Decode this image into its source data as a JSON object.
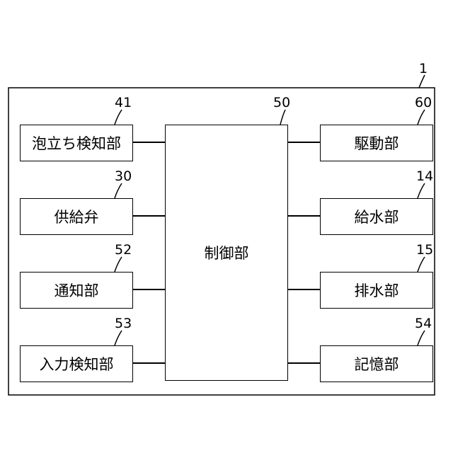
{
  "system": {
    "ref": "1"
  },
  "control": {
    "label": "制御部",
    "ref": "50"
  },
  "left_blocks": [
    {
      "label": "泡立ち検知部",
      "ref": "41"
    },
    {
      "label": "供給弁",
      "ref": "30"
    },
    {
      "label": "通知部",
      "ref": "52"
    },
    {
      "label": "入力検知部",
      "ref": "53"
    }
  ],
  "right_blocks": [
    {
      "label": "駆動部",
      "ref": "60"
    },
    {
      "label": "給水部",
      "ref": "14"
    },
    {
      "label": "排水部",
      "ref": "15"
    },
    {
      "label": "記憶部",
      "ref": "54"
    }
  ]
}
